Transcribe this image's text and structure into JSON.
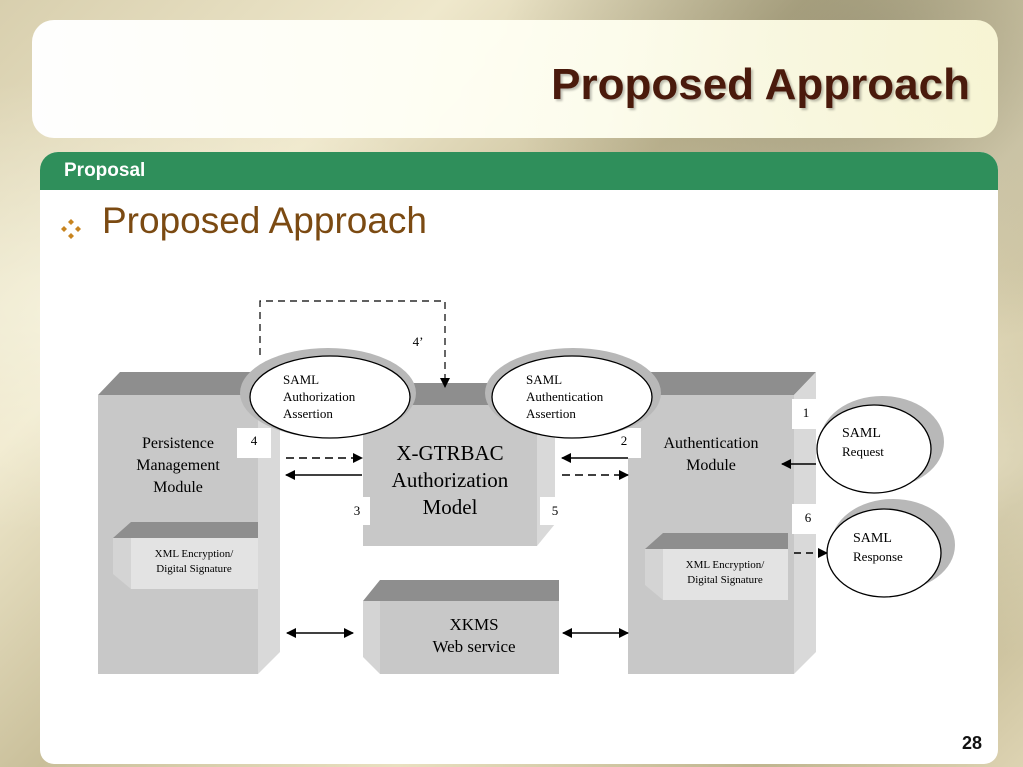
{
  "slide": {
    "title": "Proposed Approach",
    "section": "Proposal",
    "bullet": "Proposed Approach",
    "page_number": "28"
  },
  "diagram": {
    "modules": {
      "persistence": [
        "Persistence",
        "Management",
        "Module"
      ],
      "authorization": [
        "X-GTRBAC",
        "Authorization",
        "Model"
      ],
      "authentication": [
        "Authentication",
        "Module"
      ],
      "xkms": [
        "XKMS",
        "Web service"
      ],
      "xml_left": [
        "XML Encryption/",
        "Digital Signature"
      ],
      "xml_right": [
        "XML Encryption/",
        "Digital Signature"
      ]
    },
    "ellipses": {
      "authz_assertion": [
        "SAML",
        "Authorization",
        "Assertion"
      ],
      "authn_assertion": [
        "SAML",
        "Authentication",
        "Assertion"
      ],
      "request": [
        "SAML",
        "Request"
      ],
      "response": [
        "SAML",
        "Response"
      ]
    },
    "step_labels": {
      "s1": "1",
      "s2": "2",
      "s3": "3",
      "s4": "4",
      "s4p": "4’",
      "s5": "5",
      "s6": "6"
    }
  },
  "colors": {
    "section_bar": "#2f8f5b",
    "title_text": "#4a1a0c",
    "bullet_text": "#7b4a12",
    "box_face": "#c8c8c8",
    "box_top": "#8e8e8e"
  }
}
